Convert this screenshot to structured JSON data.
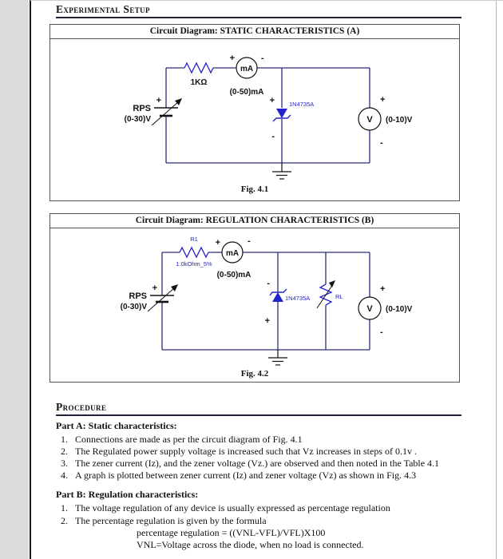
{
  "page": {
    "setup_heading": "Experimental Setup",
    "procedure_heading": "Procedure"
  },
  "figures": {
    "a": {
      "title": "Circuit Diagram: STATIC CHARACTERISTICS (A)",
      "caption": "Fig. 4.1",
      "labels": {
        "resistor_value": "1KΩ",
        "ammeter": "mA",
        "ammeter_range": "(0-50)mA",
        "source_name": "RPS",
        "source_range": "(0-30)V",
        "zener_part": "1N4735A",
        "voltmeter": "V",
        "voltmeter_range": "(0-10)V",
        "plus": "+",
        "minus": "-"
      }
    },
    "b": {
      "title": "Circuit Diagram: REGULATION CHARACTERISTICS (B)",
      "caption": "Fig. 4.2",
      "labels": {
        "resistor_ref": "R1",
        "resistor_value": "1.0kOhm_5%",
        "ammeter": "mA",
        "ammeter_range": "(0-50)mA",
        "source_name": "RPS",
        "source_range": "(0-30)V",
        "zener_part": "1N4735A",
        "load_ref": "RL",
        "voltmeter": "V",
        "voltmeter_range": "(0-10)V",
        "plus": "+",
        "minus": "-"
      }
    }
  },
  "procedure": {
    "part_a": {
      "title": "Part A: Static characteristics:",
      "items": [
        {
          "n": "1.",
          "t": "Connections are made as per the circuit diagram of Fig. 4.1"
        },
        {
          "n": "2.",
          "t": "The Regulated power supply voltage is increased such that Vz increases in steps of 0.1v ."
        },
        {
          "n": "3.",
          "t": "The zener current (Iz), and the zener voltage (Vz.) are observed and then noted in the Table 4.1"
        },
        {
          "n": "4.",
          "t": "A graph is plotted between zener current (Iz) and zener voltage (Vz) as shown in Fig. 4.3"
        }
      ]
    },
    "part_b": {
      "title": "Part B: Regulation characteristics:",
      "items": [
        {
          "n": "1.",
          "t": "The voltage regulation of any device is usually expressed as percentage regulation"
        },
        {
          "n": "2.",
          "t": "The percentage regulation is given by the formula"
        }
      ],
      "formula": "percentage regulation = ((VNL-VFL)/VFL)X100",
      "formula_note": "VNL=Voltage across the diode, when no load is connected."
    }
  }
}
